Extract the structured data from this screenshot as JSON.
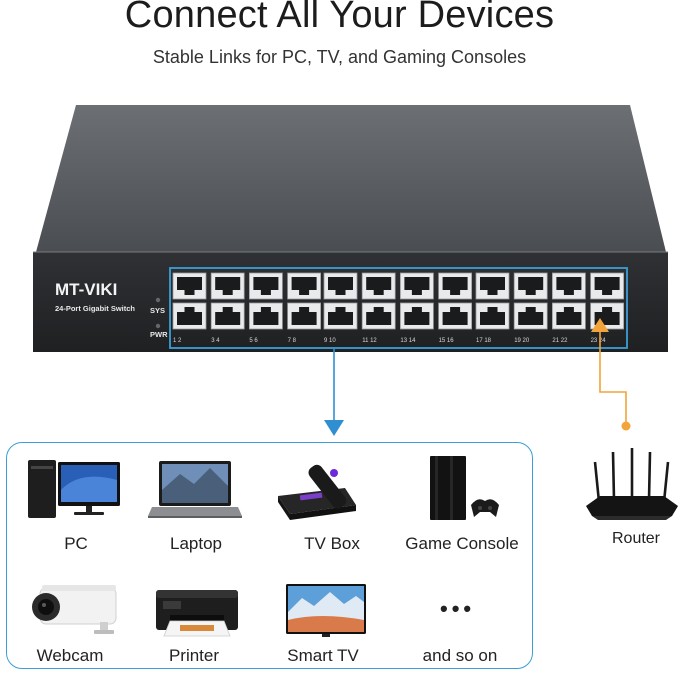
{
  "header": {
    "title": "Connect All Your Devices",
    "subtitle": "Stable Links for PC, TV, and Gaming Consoles"
  },
  "switch": {
    "brand": "MT-VIKI",
    "model": "24-Port Gigabit Switch",
    "led_sys": "SYS",
    "led_pwr": "PWR",
    "port_numbers": [
      "1",
      "2",
      "3",
      "4",
      "5",
      "6",
      "7",
      "8",
      "9",
      "10",
      "11",
      "12",
      "13",
      "14",
      "15",
      "16",
      "17",
      "18",
      "19",
      "20",
      "21",
      "22",
      "23",
      "24"
    ]
  },
  "devices": [
    {
      "label": "PC",
      "icon": "pc-icon"
    },
    {
      "label": "Laptop",
      "icon": "laptop-icon"
    },
    {
      "label": "TV Box",
      "icon": "tv-box-icon"
    },
    {
      "label": "Game Console",
      "icon": "game-console-icon"
    },
    {
      "label": "Webcam",
      "icon": "webcam-icon"
    },
    {
      "label": "Printer",
      "icon": "printer-icon"
    },
    {
      "label": "Smart TV",
      "icon": "smart-tv-icon"
    },
    {
      "label": "and so on",
      "icon": "more-icon"
    }
  ],
  "router": {
    "label": "Router",
    "icon": "router-icon"
  },
  "colors": {
    "panel_border": "#3a9fd8",
    "blue_arrow": "#2f8fd0",
    "orange_arrow": "#f2a33a",
    "switch_body": "#3b3d40"
  }
}
